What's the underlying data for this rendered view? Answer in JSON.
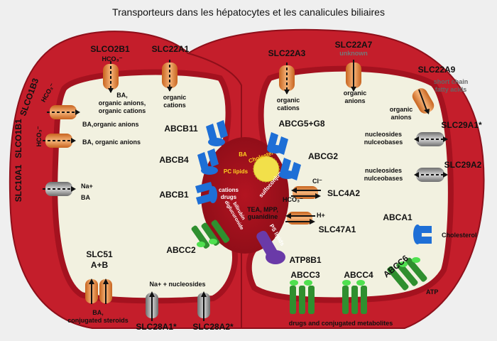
{
  "title": "Transporteurs dans les hépatocytes et les canalicules biliaires",
  "colors": {
    "membrane": "#c41e2b",
    "membrane_dark": "#8e0f1a",
    "cytoplasm": "#f2f1e0",
    "abc_blue": "#1e6fd6",
    "abc_green": "#2f8f2f",
    "slc_orange": "#e8894b",
    "slc_gray": "#9a9a9a",
    "atp8b1_purple": "#6a3aa8",
    "cholesterol_yellow": "#f2e04a"
  },
  "left_cell": {
    "SLCO2B1": "SLCO2B1",
    "slco2b1_ion": "HCO₃⁻",
    "slco2b1_sub": [
      "BA,",
      "organic anions,",
      "organic cations"
    ],
    "SLC22A1": "SLC22A1",
    "slc22a1_sub": [
      "organic",
      "cations"
    ],
    "SLCO1B3": "SLCO1B3",
    "slco1b3_ion": "HCO₃⁻",
    "slco1b3_sub": "BA,organic anions",
    "SLCO1B1": "SLCO1B1",
    "slco1b1_ion": "HCO₃⁻",
    "slco1b1_sub": "BA, organic anions",
    "SLC10A1": "SLC10A1",
    "slc10a1_ion": "Na+",
    "slc10a1_sub": "BA",
    "SLC51": "SLC51",
    "slc51_ab": "A+B",
    "slc51_sub": [
      "BA,",
      "conjugated steroids"
    ],
    "SLC28A1": "SLC28A1*",
    "SLC28A2": "SLC28A2*",
    "slc28_sub": "Na+ + nucleosides"
  },
  "canaliculus": {
    "ABCB11": "ABCB11",
    "ABCB4": "ABCB4",
    "ABCB1": "ABCB1",
    "ABCC2": "ABCC2",
    "ABCG5G8": "ABCG5+G8",
    "ABCG2": "ABCG2",
    "SLC4A2": "SLC4A2",
    "slc4a2_ion1": "Cl⁻",
    "slc4a2_ion2": "HCO₃⁻",
    "SLC47A1": "SLC47A1",
    "slc47a1_ion": "H+",
    "slc47a1_sub": [
      "TEA, MPP,",
      "guanidine"
    ],
    "ATP8B1": "ATP8B1",
    "ps_lipids": "PS lipids",
    "ba": "BA",
    "pc_lipids": "PC lipids",
    "cholesterol": "Cholesterol",
    "sulfoconjugates": "sulfoconjugates",
    "cations_drugs": [
      "cations",
      "drugs"
    ],
    "bilirubin": [
      "bilirubin",
      "diglucuronide"
    ]
  },
  "right_cell": {
    "SLC22A3": "SLC22A3",
    "slc22a3_sub": [
      "organic",
      "cations"
    ],
    "SLC22A7": "SLC22A7",
    "slc22a7_unknown": "unknown",
    "slc22a7_sub": [
      "organic",
      "anions"
    ],
    "SLC22A9": "SLC22A9",
    "slc22a9_scfa": [
      "short chain",
      "fatty acids"
    ],
    "slc22a9_sub": [
      "organic",
      "anions"
    ],
    "SLC29A1": "SLC29A1*",
    "slc29a1_sub": [
      "nucleosides",
      "nulceobases"
    ],
    "SLC29A2": "SLC29A2",
    "slc29a2_sub": [
      "nucleosides",
      "nulceobases"
    ],
    "ABCA1": "ABCA1",
    "abca1_sub": "Cholesterol",
    "ABCC3": "ABCC3",
    "ABCC4": "ABCC4",
    "ABCC6": "ABCC6",
    "atp": "ATP",
    "drugs_metabolites": "drugs and conjugated metabolites"
  }
}
